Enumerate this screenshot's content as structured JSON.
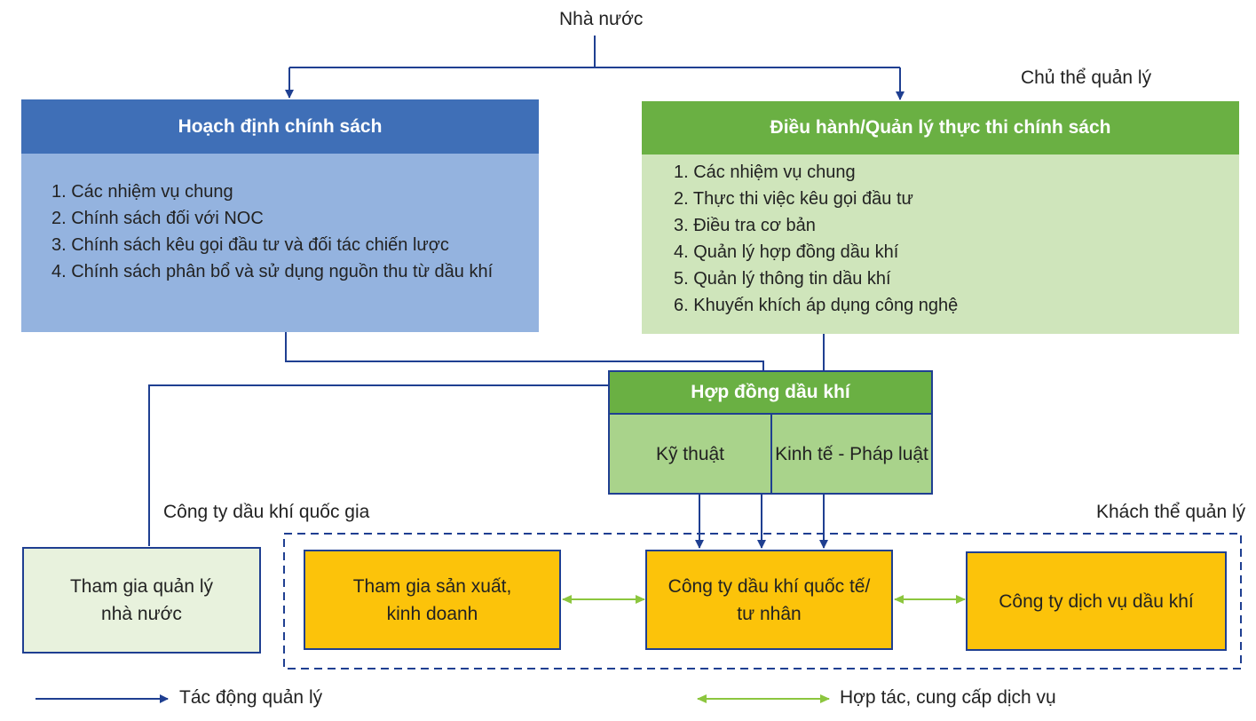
{
  "top_label": "Nhà nước",
  "subject_label": "Chủ thể quản lý",
  "object_label": "Khách thể quản lý",
  "noc_label": "Công ty dầu khí quốc gia",
  "policy": {
    "title": "Hoạch định chính sách",
    "items": [
      "1. Các nhiệm vụ chung",
      "2. Chính sách đối với NOC",
      "3. Chính sách kêu gọi đầu tư và đối tác chiến lược",
      "4. Chính sách phân bổ và sử dụng nguồn thu từ dầu khí"
    ]
  },
  "execution": {
    "title": "Điều hành/Quản lý thực thi chính sách",
    "items": [
      "1. Các nhiệm vụ chung",
      "2. Thực thi việc kêu gọi đầu tư",
      "3. Điều tra cơ bản",
      "4. Quản lý hợp đồng dầu khí",
      "5. Quản lý thông tin dầu khí",
      "6. Khuyến khích áp dụng công nghệ"
    ]
  },
  "contract": {
    "title": "Hợp đồng dầu khí",
    "left": "Kỹ thuật",
    "right": "Kinh tế - Pháp luật"
  },
  "boxes": {
    "state_mgmt_line1": "Tham gia quản lý",
    "state_mgmt_line2": "nhà nước",
    "production_line1": "Tham gia sản xuất,",
    "production_line2": "kinh doanh",
    "intl_line1": "Công ty dầu khí quốc tế/",
    "intl_line2": "tư nhân",
    "service": "Công ty dịch vụ dầu khí"
  },
  "legend": {
    "management": "Tác động quản lý",
    "cooperation": "Hợp tác, cung cấp dịch vụ"
  },
  "colors": {
    "blue_header": "#3f6fb7",
    "blue_body": "#94b3df",
    "green_header": "#6ab043",
    "green_body": "#cfe5bb",
    "green_cell": "#a9d38b",
    "light_green_box": "#e8f2dd",
    "orange": "#fcc30a",
    "navy_line": "#1f3f91",
    "green_arrow": "#8cc63e"
  }
}
